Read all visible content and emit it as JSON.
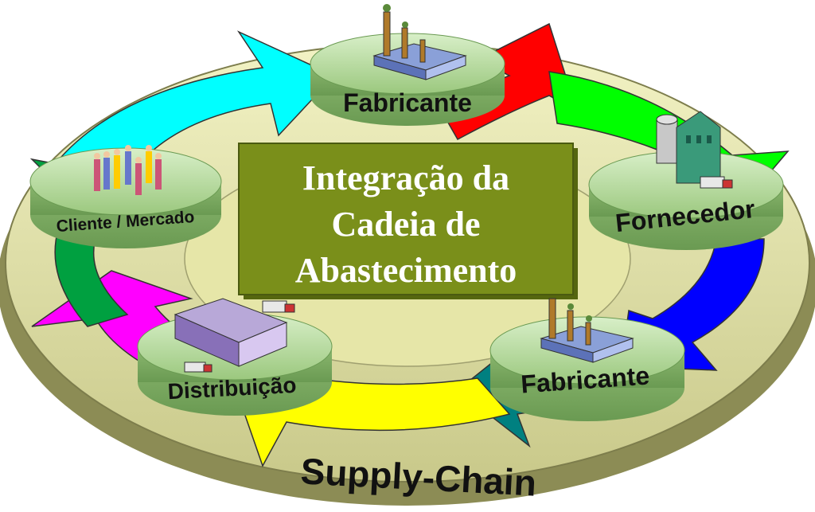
{
  "center": {
    "line1": "Integração da",
    "line2": "Cadeia de",
    "line3": "Abastecimento"
  },
  "nodes": {
    "top_manufacturer": "Fabricante",
    "supplier": "Fornecedor",
    "bottom_manufacturer": "Fabricante",
    "distribution": "Distribuição",
    "customer": "Cliente / Mercado"
  },
  "footer": "Supply-Chain",
  "icons": {
    "top_manufacturer": "factory-icon",
    "supplier": "warehouse-silo-icon",
    "bottom_manufacturer": "factory-icon",
    "distribution": "distribution-center-icon",
    "customer": "people-group-icon"
  },
  "colors": {
    "ring": "#e6e6a8",
    "center_box": "#7a8f1a",
    "arrow_cyan": "#00ffff",
    "arrow_red": "#ff0000",
    "arrow_green": "#00ff00",
    "arrow_blue": "#0000ff",
    "arrow_teal": "#008080",
    "arrow_yellow": "#ffff00",
    "arrow_magenta": "#ff00ff",
    "arrow_darkgreen": "#00a040",
    "disk": "#a6cc8a"
  }
}
